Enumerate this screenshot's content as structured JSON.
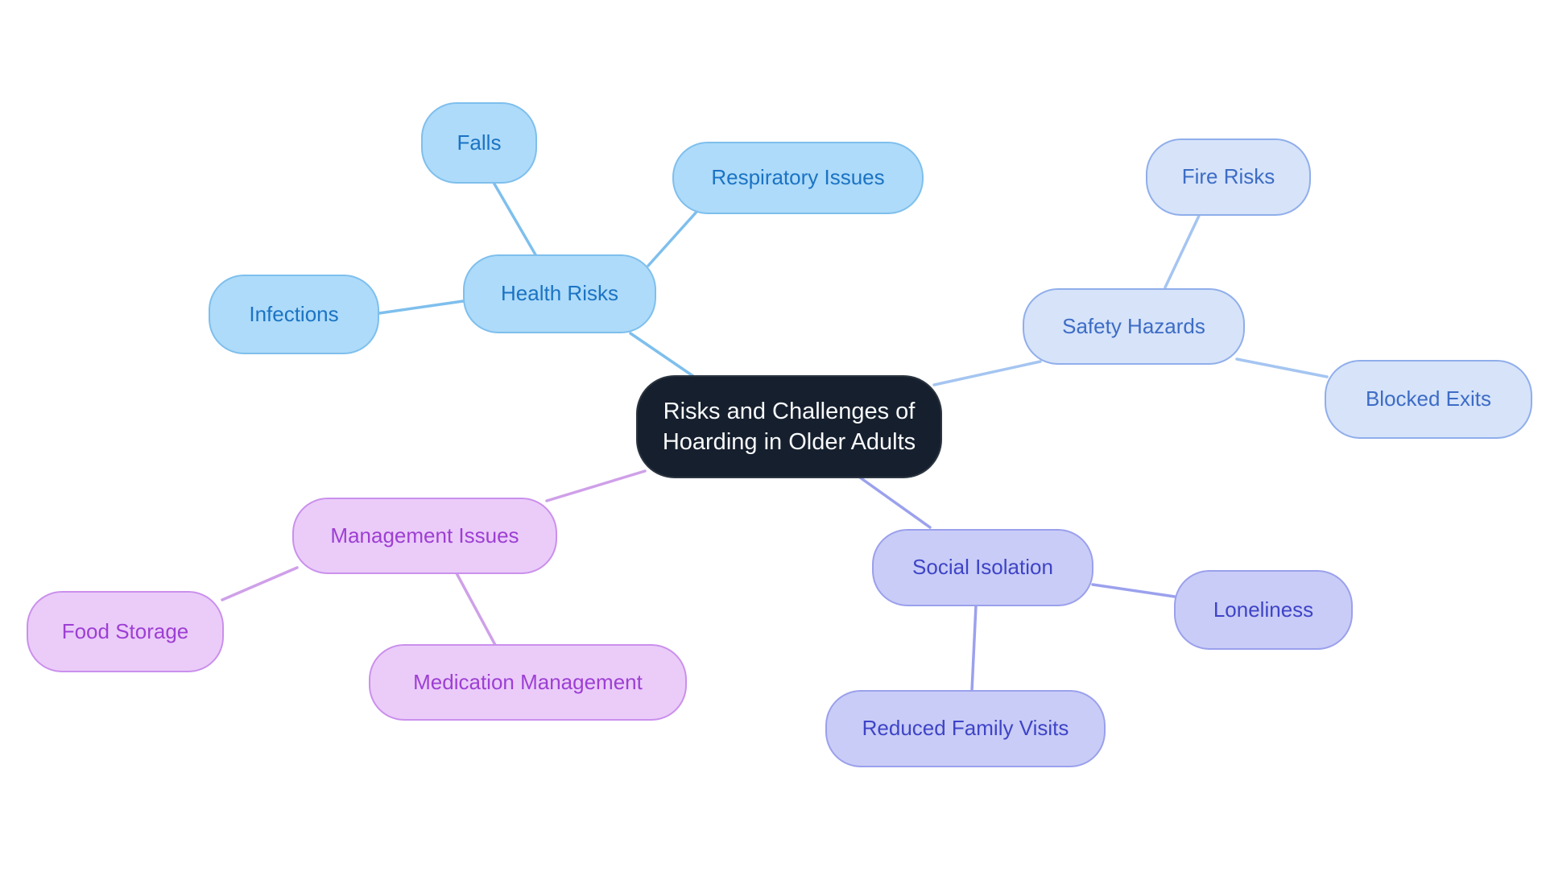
{
  "mindmap": {
    "root": {
      "label": "Risks and Challenges of Hoarding in Older Adults",
      "fill": "#161f2d",
      "text_color": "#f8fafc"
    },
    "branches": [
      {
        "id": "health-risks",
        "label": "Health Risks",
        "fill": "#aedbf9",
        "border": "#7ebfed",
        "text_color": "#1b73c4",
        "edge_color": "#7ebfed",
        "children": [
          {
            "id": "falls",
            "label": "Falls"
          },
          {
            "id": "respiratory-issues",
            "label": "Respiratory Issues"
          },
          {
            "id": "infections",
            "label": "Infections"
          }
        ]
      },
      {
        "id": "safety-hazards",
        "label": "Safety Hazards",
        "fill": "#d6e3f9",
        "border": "#90aeeb",
        "text_color": "#3d6cc5",
        "edge_color": "#a5c5f1",
        "children": [
          {
            "id": "fire-risks",
            "label": "Fire Risks"
          },
          {
            "id": "blocked-exits",
            "label": "Blocked Exits"
          }
        ]
      },
      {
        "id": "social-isolation",
        "label": "Social Isolation",
        "fill": "#c9ccf6",
        "border": "#9aa0ec",
        "text_color": "#3e44c7",
        "edge_color": "#9ba1ed",
        "children": [
          {
            "id": "loneliness",
            "label": "Loneliness"
          },
          {
            "id": "reduced-family-visits",
            "label": "Reduced Family Visits"
          }
        ]
      },
      {
        "id": "management-issues",
        "label": "Management Issues",
        "fill": "#ebccf9",
        "border": "#ca90ec",
        "text_color": "#9d3fd3",
        "edge_color": "#cfa0e9",
        "children": [
          {
            "id": "food-storage",
            "label": "Food Storage"
          },
          {
            "id": "medication-management",
            "label": "Medication Management"
          }
        ]
      }
    ]
  }
}
